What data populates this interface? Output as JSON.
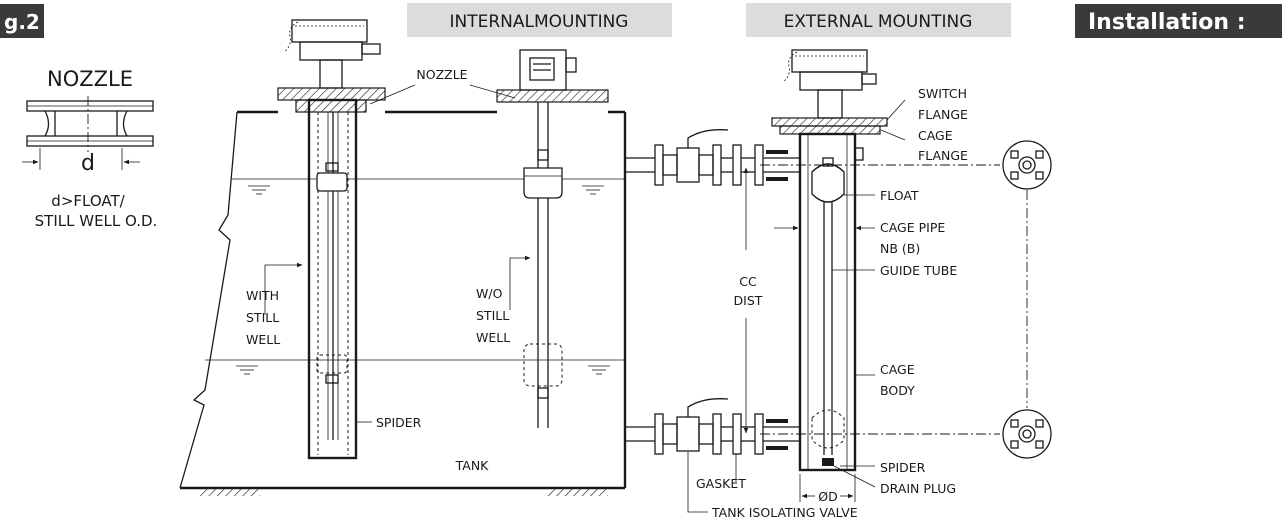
{
  "fig_tag": "g.2",
  "installation_tag": "Installation :",
  "header_internal": "INTERNALMOUNTING",
  "header_external": "EXTERNAL MOUNTING",
  "nozzle_detail": {
    "title": "NOZZLE",
    "dim": "d",
    "note_line1": "d>FLOAT/",
    "note_line2": "STILL WELL O.D."
  },
  "labels": {
    "nozzle": "NOZZLE",
    "with_still_well": [
      "WITH",
      "STILL",
      "WELL"
    ],
    "wo_still_well": [
      "W/O",
      "STILL",
      "WELL"
    ],
    "spider_left": "SPIDER",
    "tank": "TANK",
    "cc_dist": [
      "CC",
      "DIST"
    ],
    "gasket": "GASKET",
    "tank_isolating_valve": "TANK ISOLATING VALVE",
    "switch_flange": [
      "SWITCH",
      "FLANGE"
    ],
    "cage_flange": [
      "CAGE",
      "FLANGE"
    ],
    "float": "FLOAT",
    "cage_pipe": [
      "CAGE PIPE",
      "NB (B)"
    ],
    "guide_tube": "GUIDE TUBE",
    "cage_body": [
      "CAGE",
      "BODY"
    ],
    "spider_right": "SPIDER",
    "drain_plug": "DRAIN PLUG",
    "od": "ØD"
  }
}
